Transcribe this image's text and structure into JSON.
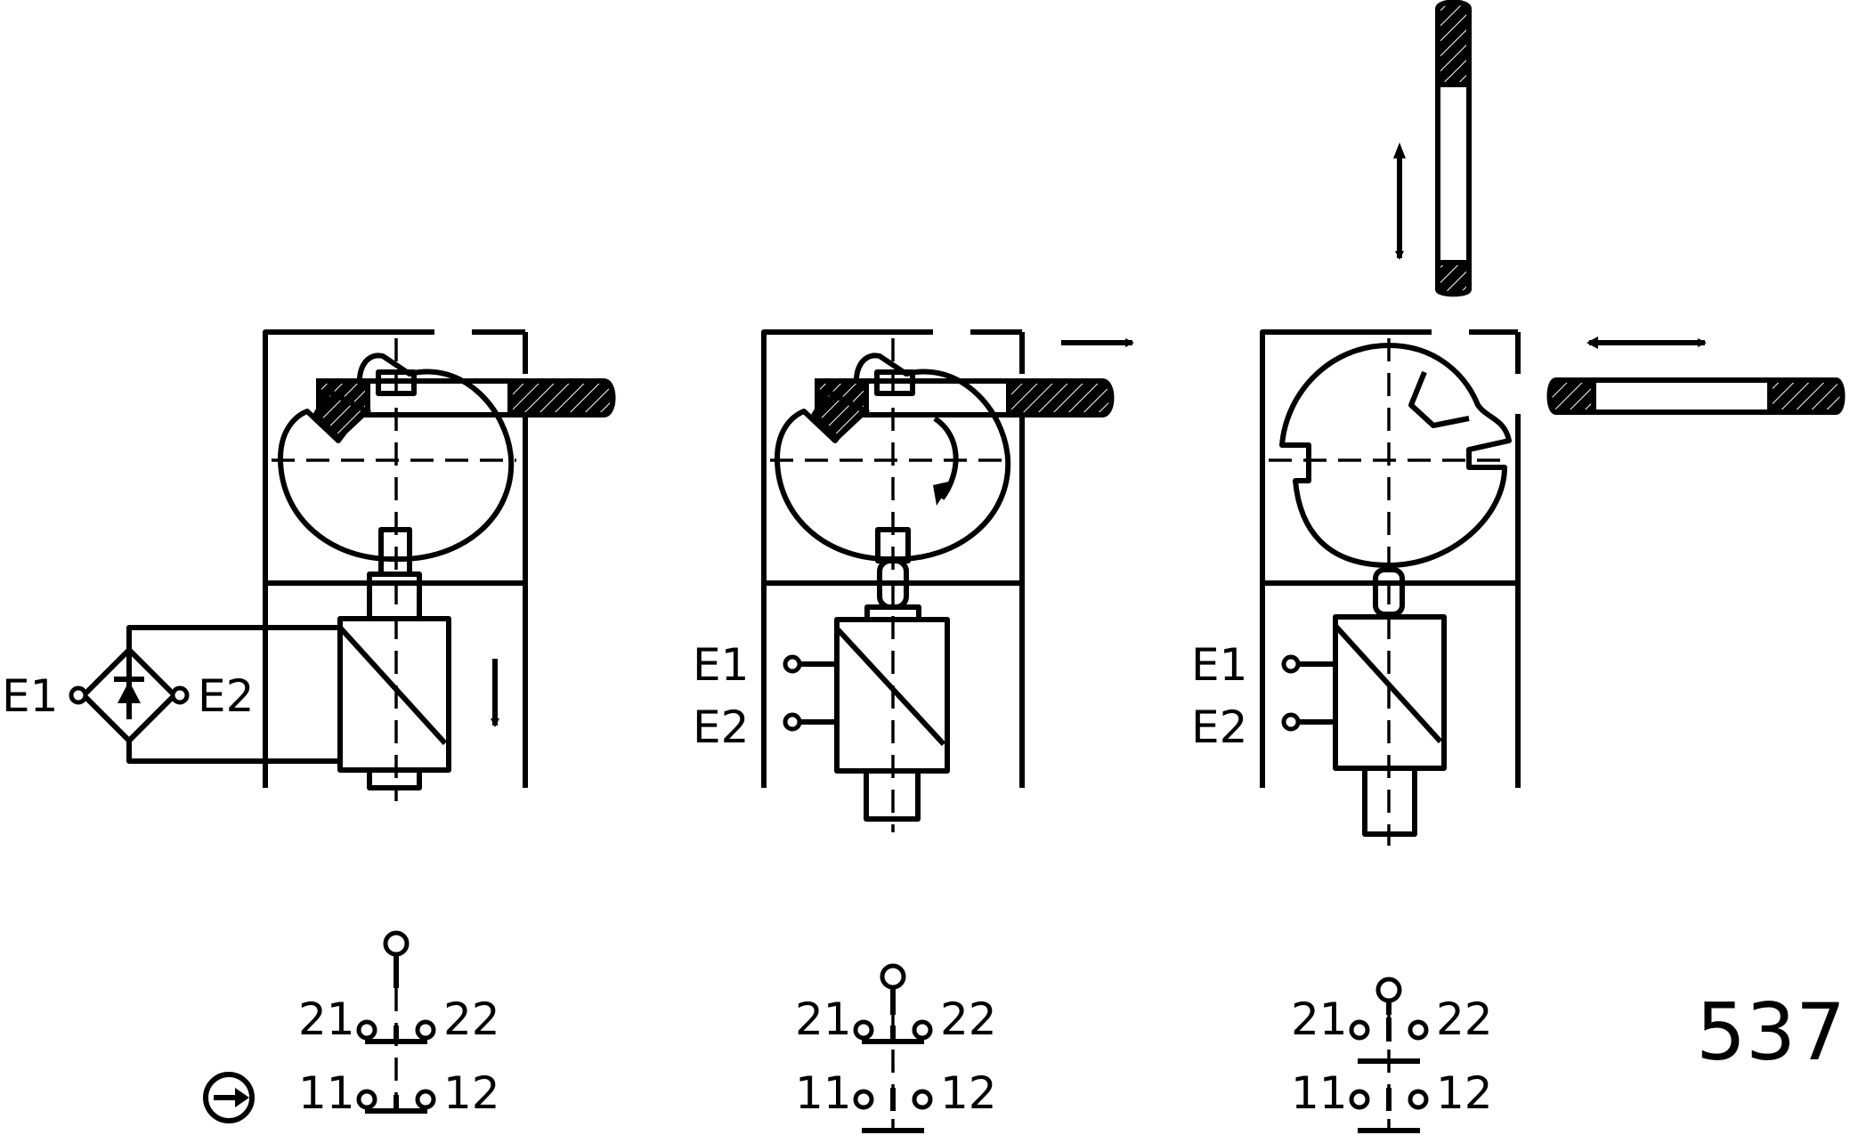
{
  "figure_number": "537",
  "views": [
    {
      "id": "locked",
      "coil_terminals": [
        "E1",
        "E2"
      ],
      "contacts": {
        "upper": {
          "left": "21",
          "right": "22"
        },
        "lower": {
          "left": "11",
          "right": "12"
        }
      }
    },
    {
      "id": "unlocking",
      "coil_terminals": [
        "E1",
        "E2"
      ],
      "contacts": {
        "upper": {
          "left": "21",
          "right": "22"
        },
        "lower": {
          "left": "11",
          "right": "12"
        }
      }
    },
    {
      "id": "released",
      "coil_terminals": [
        "E1",
        "E2"
      ],
      "contacts": {
        "upper": {
          "left": "21",
          "right": "22"
        },
        "lower": {
          "left": "11",
          "right": "12"
        }
      }
    }
  ],
  "icons": [
    "rectifier-bridge-icon",
    "positive-opening-icon",
    "arrow-icon"
  ]
}
